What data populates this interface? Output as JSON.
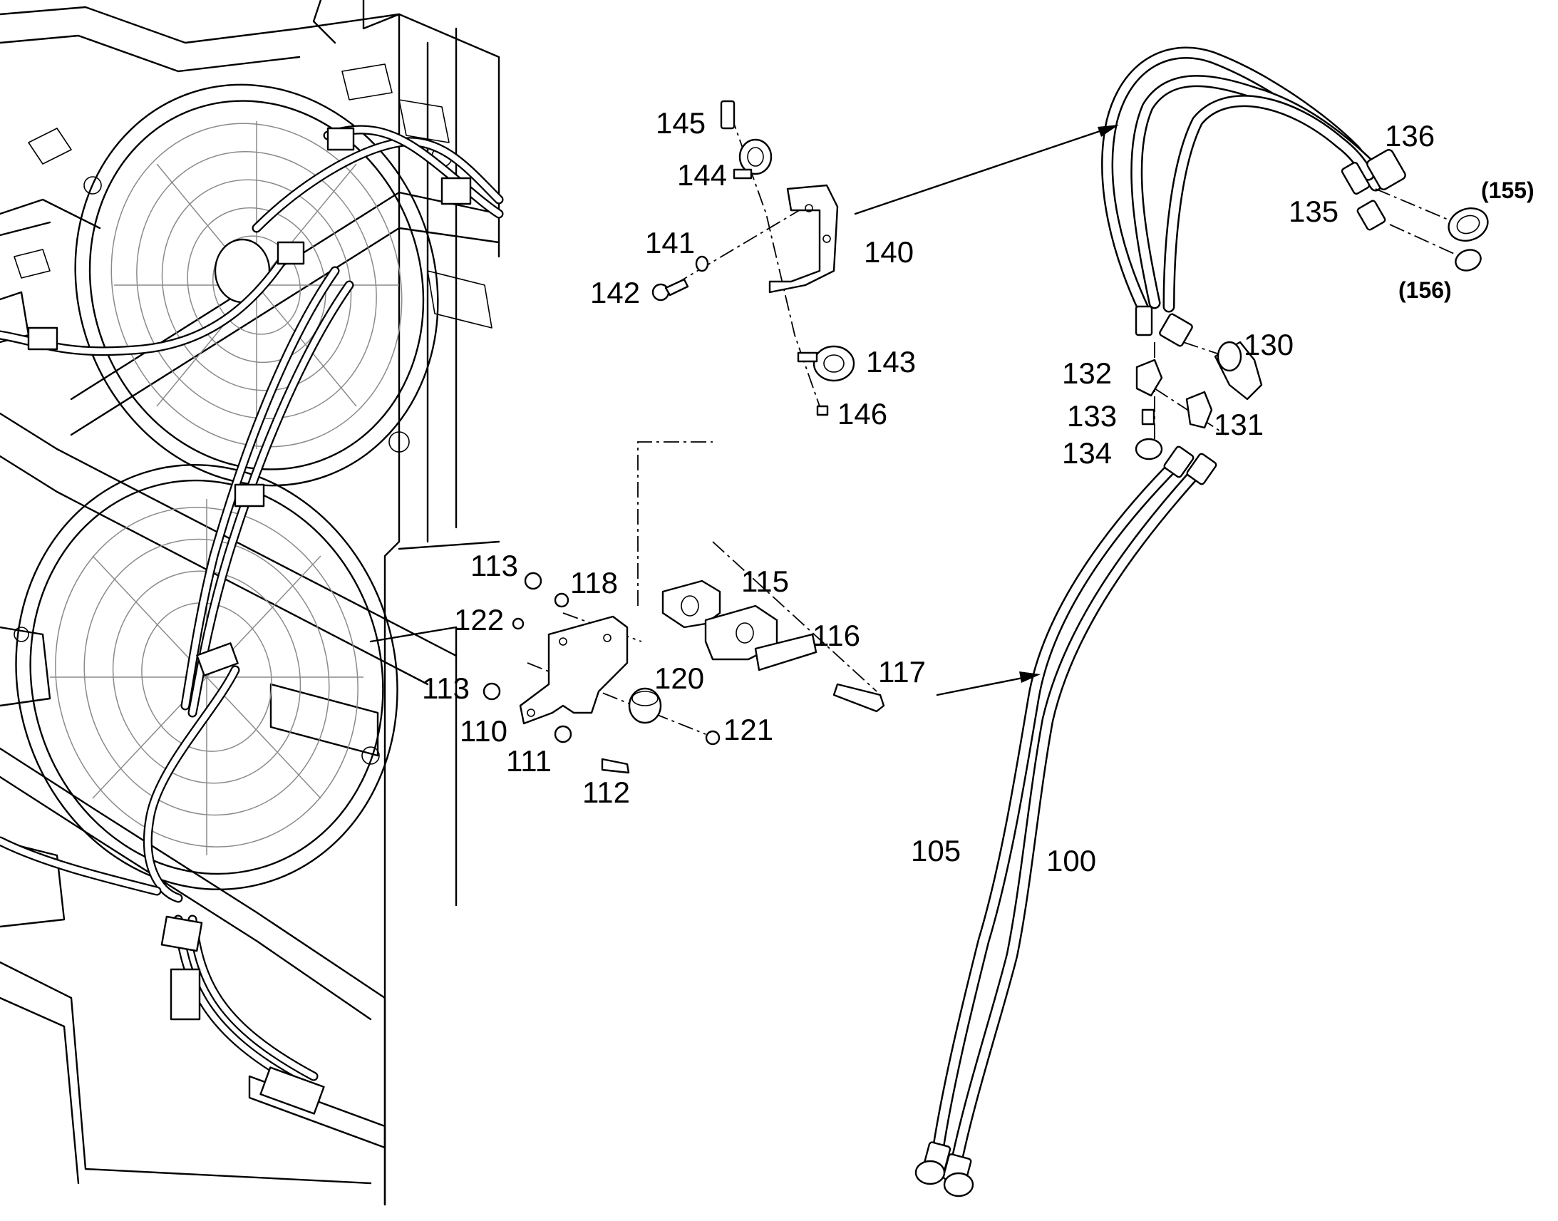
{
  "labels": {
    "p100": "100",
    "p105": "105",
    "p110": "110",
    "p111": "111",
    "p112": "112",
    "p113a": "113",
    "p113b": "113",
    "p115": "115",
    "p116": "116",
    "p117": "117",
    "p118": "118",
    "p120": "120",
    "p121": "121",
    "p122": "122",
    "p130": "130",
    "p131": "131",
    "p132": "132",
    "p133": "133",
    "p134": "134",
    "p135": "135",
    "p136": "136",
    "p140": "140",
    "p141": "141",
    "p142": "142",
    "p143": "143",
    "p144": "144",
    "p145": "145",
    "p146": "146",
    "p155": "(155)",
    "p156": "(156)"
  }
}
